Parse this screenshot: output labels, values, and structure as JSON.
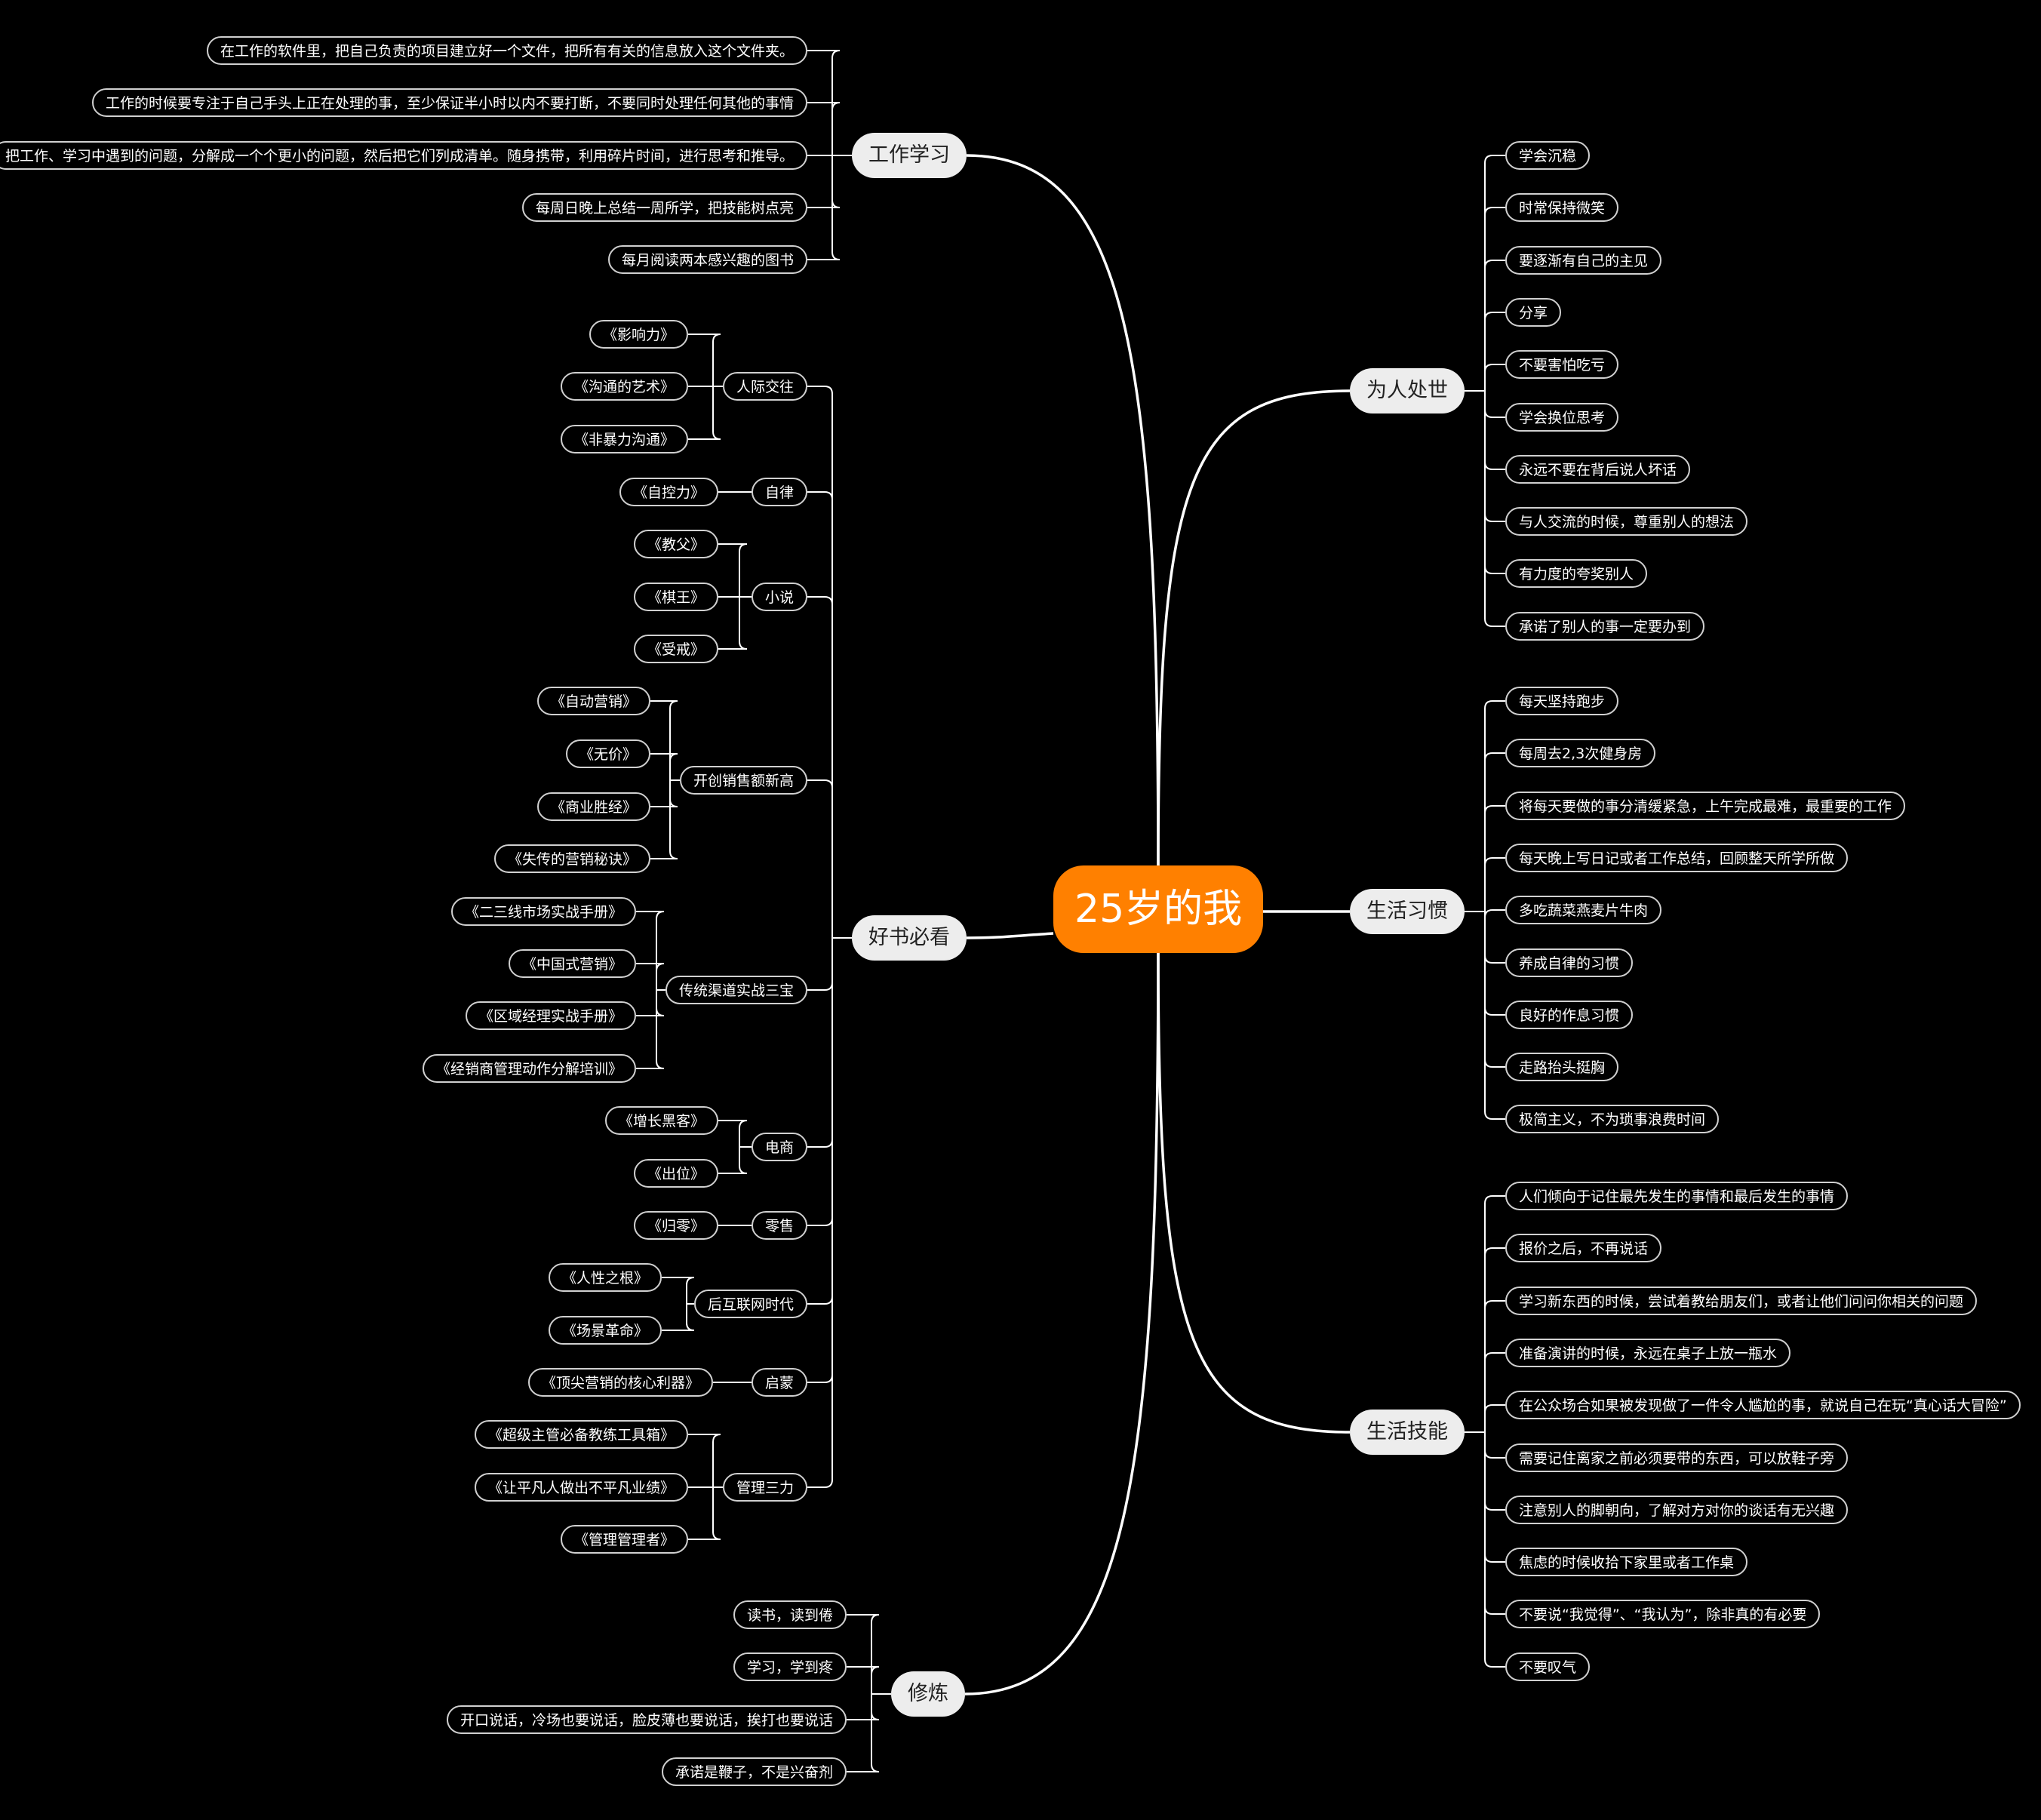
{
  "center": "25岁的我",
  "branches": [
    {
      "key": "work",
      "label": "工作学习",
      "children": [
        {
          "label": "在工作的软件里，把自己负责的项目建立好一个文件，把所有有关的信息放入这个文件夹。"
        },
        {
          "label": "工作的时候要专注于自己手头上正在处理的事，至少保证半小时以内不要打断，不要同时处理任何其他的事情"
        },
        {
          "label": "把工作、学习中遇到的问题，分解成一个个更小的问题，然后把它们列成清单。随身携带，利用碎片时间，进行思考和推导。"
        },
        {
          "label": "每周日晚上总结一周所学，把技能树点亮"
        },
        {
          "label": "每月阅读两本感兴趣的图书"
        }
      ]
    },
    {
      "key": "books",
      "label": "好书必看",
      "children": [
        {
          "label": "人际交往",
          "children": [
            "《影响力》",
            "《沟通的艺术》",
            "《非暴力沟通》"
          ]
        },
        {
          "label": "自律",
          "children": [
            "《自控力》"
          ]
        },
        {
          "label": "小说",
          "children": [
            "《教父》",
            "《棋王》",
            "《受戒》"
          ]
        },
        {
          "label": "开创销售额新高",
          "children": [
            "《自动营销》",
            "《无价》",
            "《商业胜经》",
            "《失传的营销秘诀》"
          ]
        },
        {
          "label": "传统渠道实战三宝",
          "children": [
            "《二三线市场实战手册》",
            "《中国式营销》",
            "《区域经理实战手册》",
            "《经销商管理动作分解培训》"
          ]
        },
        {
          "label": "电商",
          "children": [
            "《增长黑客》",
            "《出位》"
          ]
        },
        {
          "label": "零售",
          "children": [
            "《归零》"
          ]
        },
        {
          "label": "后互联网时代",
          "children": [
            "《人性之根》",
            "《场景革命》"
          ]
        },
        {
          "label": "启蒙",
          "children": [
            "《顶尖营销的核心利器》"
          ]
        },
        {
          "label": "管理三力",
          "children": [
            "《超级主管必备教练工具箱》",
            "《让平凡人做出不平凡业绩》",
            "《管理管理者》"
          ]
        }
      ]
    },
    {
      "key": "practice",
      "label": "修炼",
      "children": [
        {
          "label": "读书，读到倦"
        },
        {
          "label": "学习，学到疼"
        },
        {
          "label": "开口说话，冷场也要说话，脸皮薄也要说话，挨打也要说话"
        },
        {
          "label": "承诺是鞭子，不是兴奋剂"
        }
      ]
    },
    {
      "key": "people",
      "label": "为人处世",
      "children": [
        {
          "label": "学会沉稳"
        },
        {
          "label": "时常保持微笑"
        },
        {
          "label": "要逐渐有自己的主见"
        },
        {
          "label": "分享"
        },
        {
          "label": "不要害怕吃亏"
        },
        {
          "label": "学会换位思考"
        },
        {
          "label": "永远不要在背后说人坏话"
        },
        {
          "label": "与人交流的时候，尊重别人的想法"
        },
        {
          "label": "有力度的夸奖别人"
        },
        {
          "label": "承诺了别人的事一定要办到"
        }
      ]
    },
    {
      "key": "habits",
      "label": "生活习惯",
      "children": [
        {
          "label": "每天坚持跑步"
        },
        {
          "label": "每周去2,3次健身房"
        },
        {
          "label": "将每天要做的事分清缓紧急，上午完成最难，最重要的工作"
        },
        {
          "label": "每天晚上写日记或者工作总结，回顾整天所学所做"
        },
        {
          "label": "多吃蔬菜燕麦片牛肉"
        },
        {
          "label": "养成自律的习惯"
        },
        {
          "label": "良好的作息习惯"
        },
        {
          "label": "走路抬头挺胸"
        },
        {
          "label": "极简主义，不为琐事浪费时间"
        }
      ]
    },
    {
      "key": "skills",
      "label": "生活技能",
      "children": [
        {
          "label": "人们倾向于记住最先发生的事情和最后发生的事情"
        },
        {
          "label": "报价之后，不再说话"
        },
        {
          "label": "学习新东西的时候，尝试着教给朋友们，或者让他们问问你相关的问题"
        },
        {
          "label": "准备演讲的时候，永远在桌子上放一瓶水"
        },
        {
          "label": "在公众场合如果被发现做了一件令人尴尬的事，就说自己在玩“真心话大冒险”"
        },
        {
          "label": "需要记住离家之前必须要带的东西，可以放鞋子旁"
        },
        {
          "label": "注意别人的脚朝向，了解对方对你的谈话有无兴趣"
        },
        {
          "label": "焦虑的时候收拾下家里或者工作桌"
        },
        {
          "label": "不要说“我觉得”、“我认为”，除非真的有必要"
        },
        {
          "label": "不要叹气"
        }
      ]
    }
  ]
}
